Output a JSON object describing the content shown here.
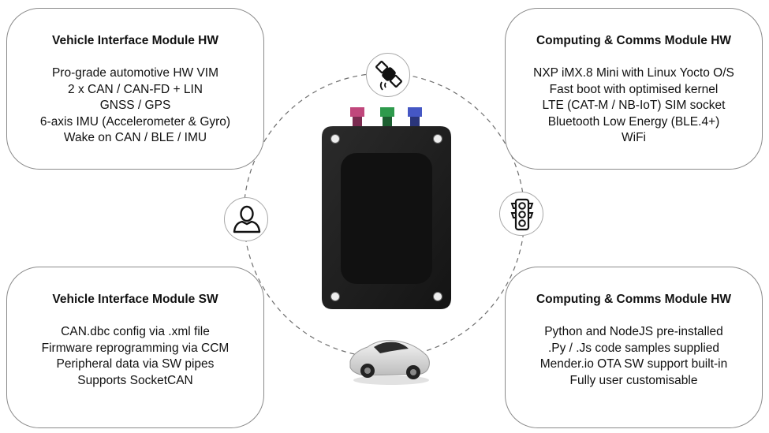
{
  "cards": {
    "vim_hw": {
      "title": "Vehicle Interface Module HW",
      "lines": [
        "Pro-grade automotive HW VIM",
        "2 x CAN / CAN-FD + LIN",
        "GNSS / GPS",
        "6-axis IMU (Accelerometer & Gyro)",
        "Wake on CAN / BLE / IMU"
      ]
    },
    "ccm_hw": {
      "title": "Computing & Comms Module HW",
      "lines": [
        "NXP iMX.8 Mini with Linux Yocto O/S",
        "Fast boot with optimised kernel",
        "LTE (CAT-M / NB-IoT) SIM socket",
        "Bluetooth Low Energy (BLE.4+)",
        "WiFi"
      ]
    },
    "vim_sw": {
      "title": "Vehicle Interface Module SW",
      "lines": [
        "CAN.dbc config via .xml file",
        "Firmware reprogramming via CCM",
        "Peripheral data via SW pipes",
        "Supports SocketCAN"
      ]
    },
    "ccm_sw": {
      "title": "Computing & Comms Module HW",
      "lines": [
        "Python and NodeJS pre-installed",
        ".Py / .Js code samples supplied",
        "Mender.io OTA SW support built-in",
        "Fully user customisable"
      ]
    }
  },
  "icons": {
    "top": "satellite-icon",
    "left": "user-icon",
    "right": "traffic-light-icon",
    "bottom": "car-icon",
    "center": "device-icon"
  },
  "colors": {
    "connector_pink": "#c0477c",
    "connector_green": "#2e9a4c",
    "connector_blue": "#4557c4",
    "device_body": "#1e1e1e",
    "card_border": "#8a8a8a"
  }
}
